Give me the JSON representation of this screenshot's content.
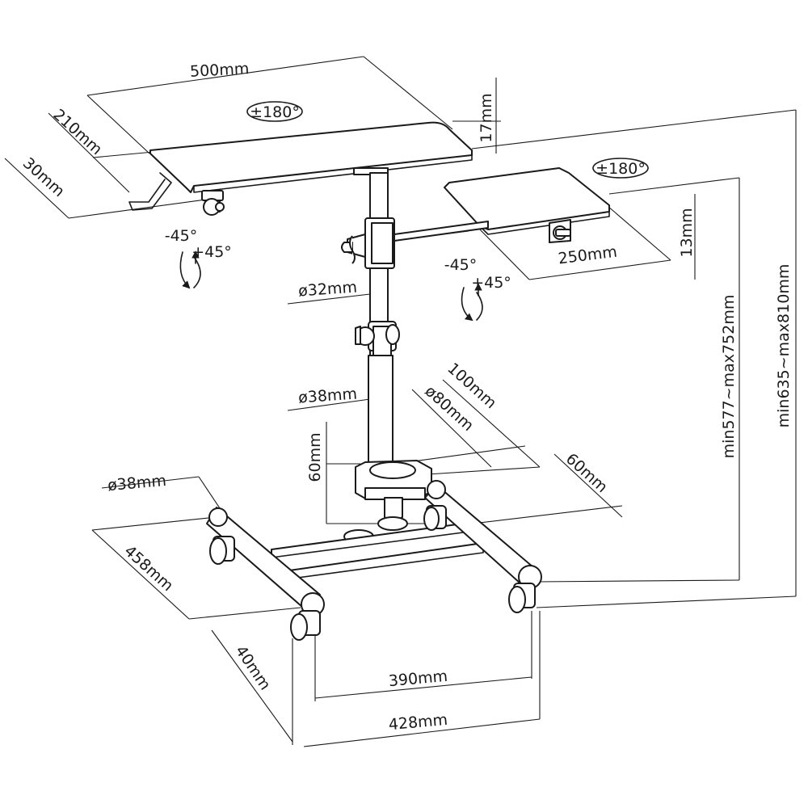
{
  "dimensions": {
    "top_tray_width": "500mm",
    "top_tray_depth": "210mm",
    "side_clip_depth": "30mm",
    "top_tray_lip": "17mm",
    "side_tray_width": "250mm",
    "side_tray_lip": "13mm",
    "upper_pole_diameter": "ø32mm",
    "lower_pole_diameter": "ø38mm",
    "collar_diameter": "ø80mm",
    "collar_offset": "100mm",
    "collar_height": "60mm",
    "clamp_depth": "60mm",
    "base_tube_diameter": "ø38mm",
    "base_depth": "458mm",
    "caster_height": "40mm",
    "inner_width": "390mm",
    "outer_width": "428mm",
    "height_range_side": "min577~max752mm",
    "height_range_top": "min635~max810mm"
  },
  "rotation": {
    "top_tray": "±180°",
    "side_tray": "±180°"
  },
  "tilt": {
    "top_minus": "-45°",
    "top_plus": "+45°",
    "side_minus": "-45°",
    "side_plus": "+45°"
  }
}
